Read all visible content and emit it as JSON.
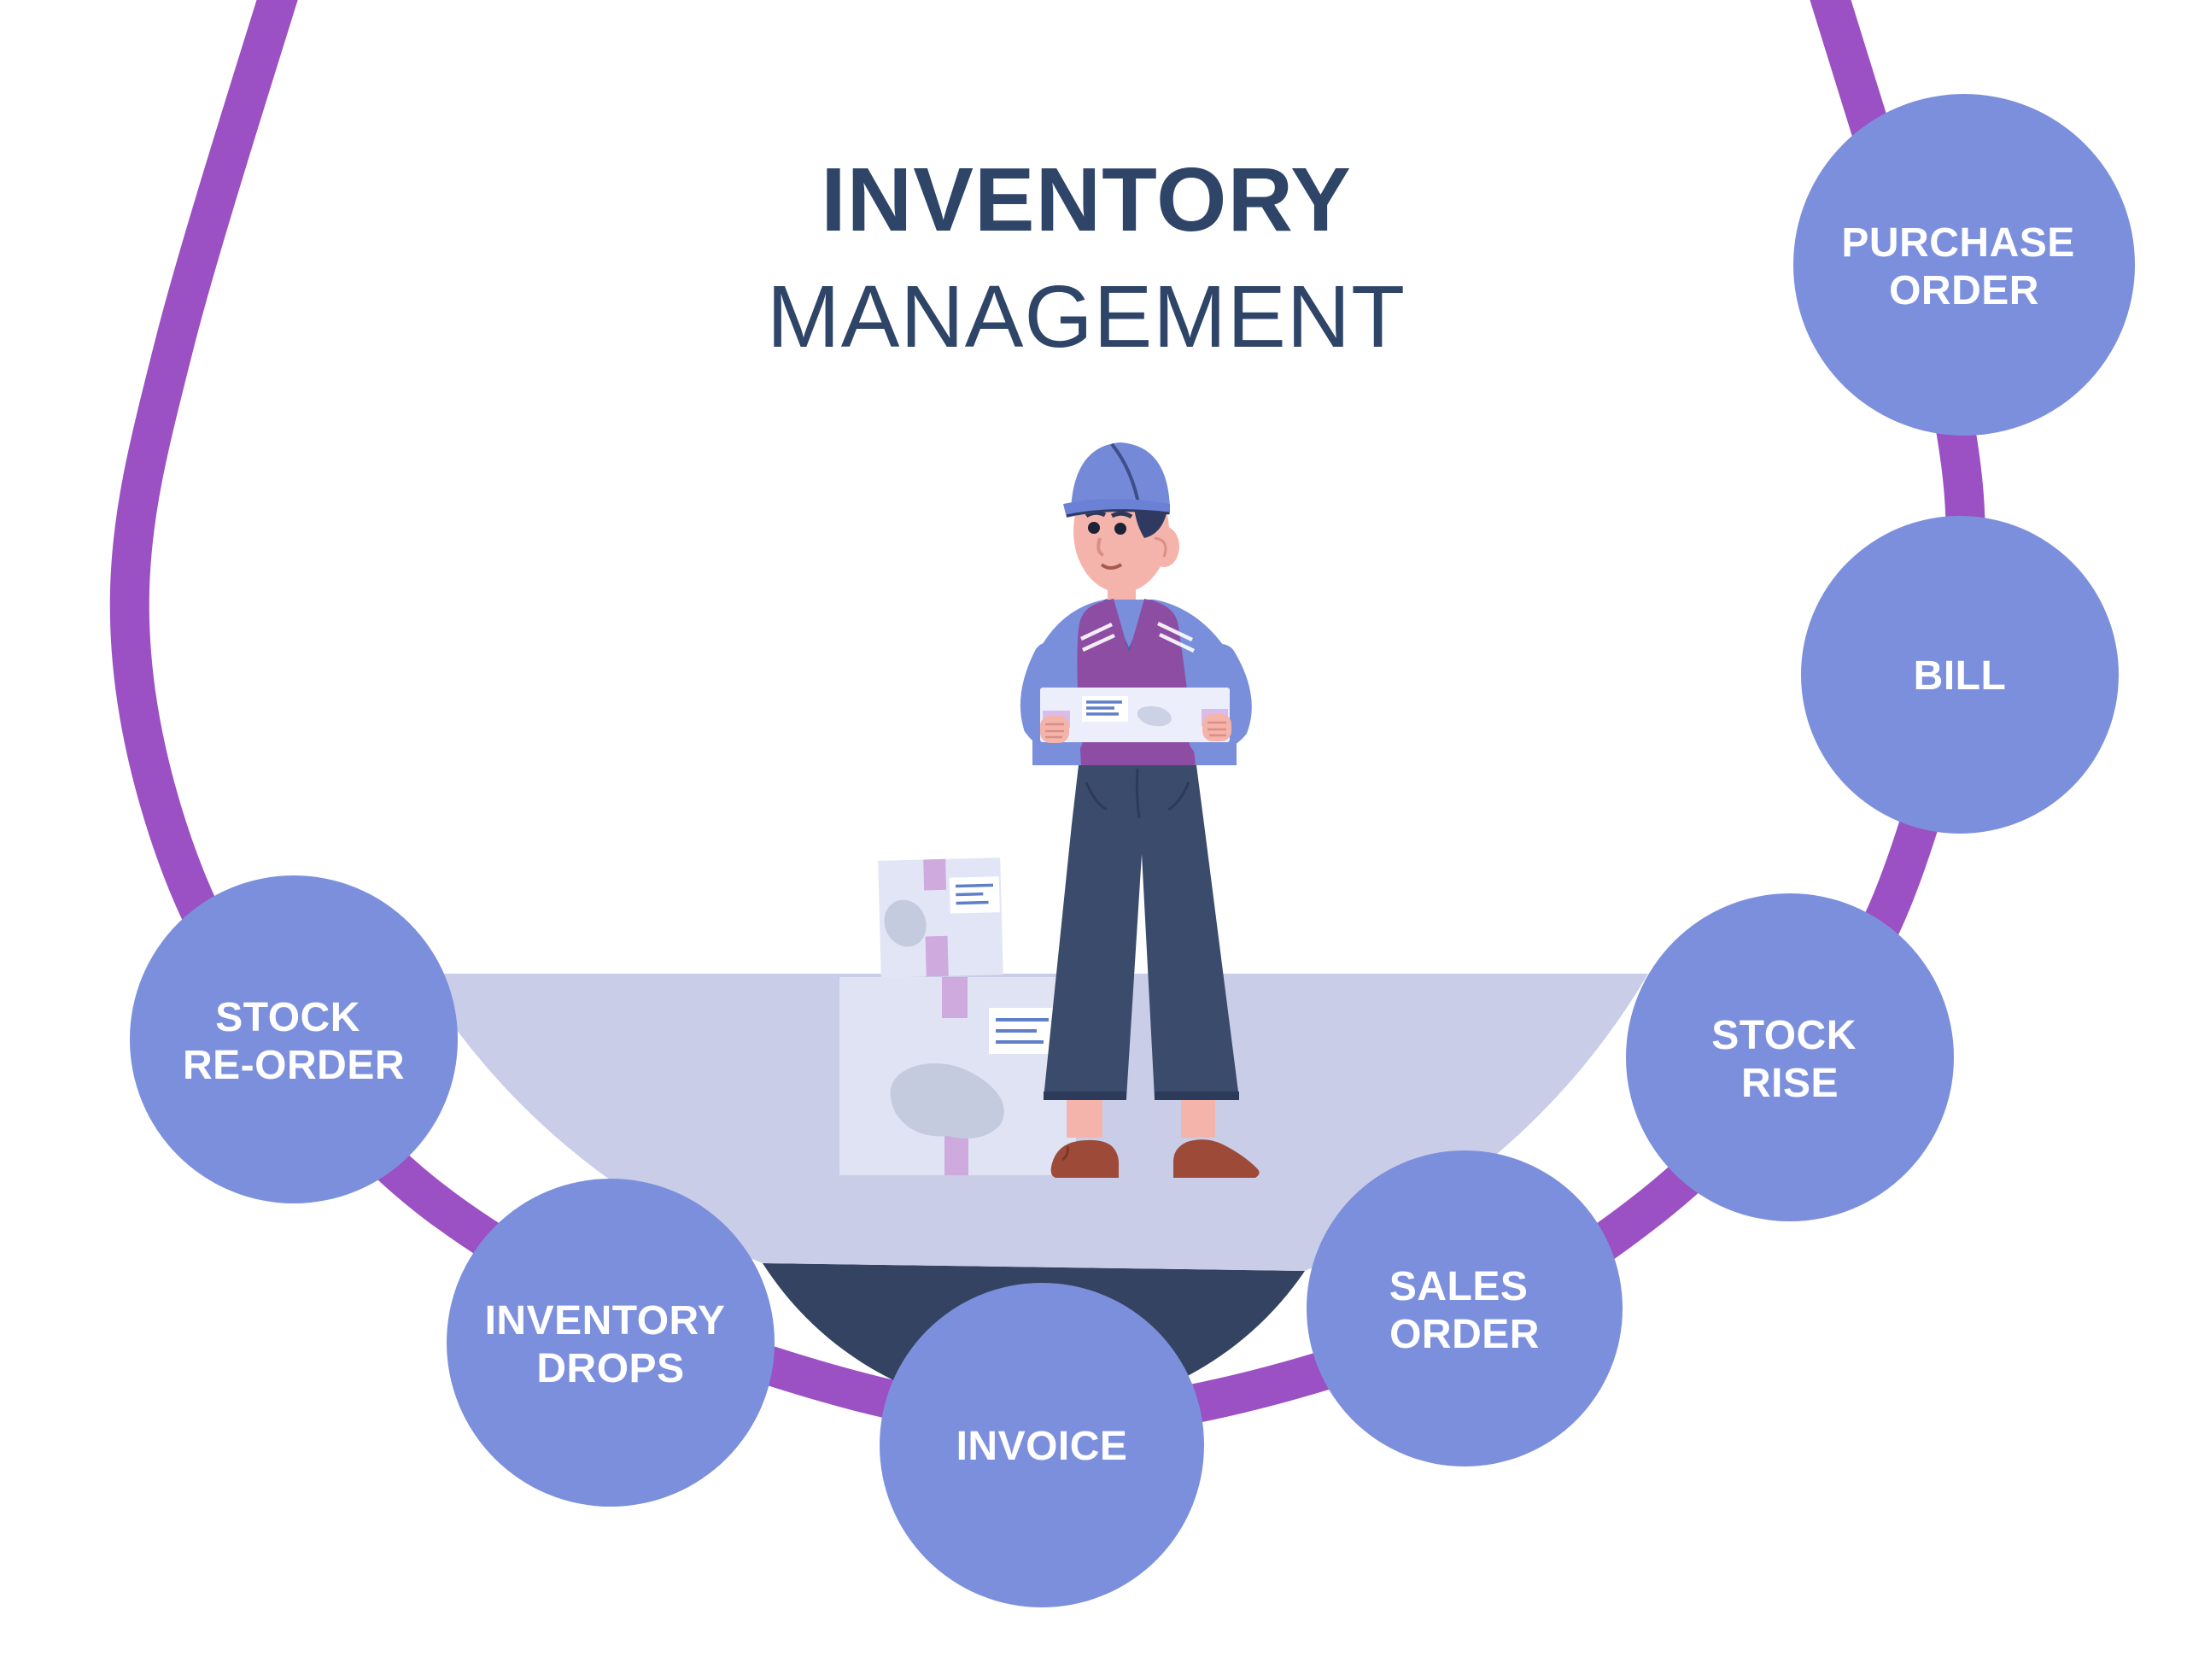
{
  "title": {
    "line1": "INVENTORY",
    "line2": "MANAGEMENT"
  },
  "nodes": [
    {
      "id": "purchase-order",
      "lines": [
        "PURCHASE",
        "ORDER"
      ]
    },
    {
      "id": "bill",
      "lines": [
        "BILL"
      ]
    },
    {
      "id": "stock-rise",
      "lines": [
        "STOCK",
        "RISE"
      ]
    },
    {
      "id": "sales-order",
      "lines": [
        "SALES",
        "ORDER"
      ]
    },
    {
      "id": "invoice",
      "lines": [
        "INVOICE"
      ]
    },
    {
      "id": "inventory-drops",
      "lines": [
        "INVENTORY",
        "DROPS"
      ]
    },
    {
      "id": "stock-reorder",
      "lines": [
        "STOCK",
        "RE-ORDER"
      ]
    }
  ],
  "colors": {
    "node_fill": "#7c8fdc",
    "label_text": "#ffffff",
    "ring": "#9b50c3",
    "platform_top": "#c9cde7",
    "platform_base": "#344361",
    "title_text": "#2f4568",
    "worker": {
      "cap": "#7589d9",
      "cap_brim": "#6b81d5",
      "hair": "#303a60",
      "skin": "#f4b4ab",
      "shirt": "#7a8fdb",
      "vest": "#8d4da3",
      "pants": "#3a4b6c",
      "pants_dark": "#2c3b59",
      "shoes": "#9e4a38",
      "held_box": "#eceefb"
    },
    "boxes": {
      "box_fill": "#dfe3f4",
      "box_fill_light": "#e2e5f5",
      "tape": "#cfaade",
      "label_lines": "#5f7fc8",
      "stain": "#c5cbdf"
    }
  }
}
